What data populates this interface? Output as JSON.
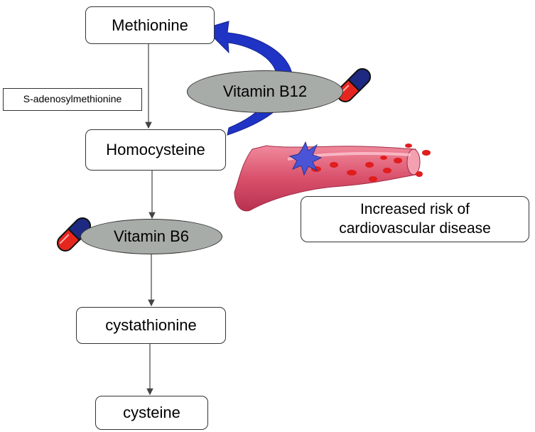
{
  "nodes": {
    "methionine": "Methionine",
    "sam": "S-adenosylmethionine",
    "homocysteine": "Homocysteine",
    "vitamin_b12": "Vitamin B12",
    "vitamin_b6": "Vitamin B6",
    "cystathionine": "cystathionine",
    "cysteine": "cysteine",
    "risk_line1": "Increased risk of",
    "risk_line2": "cardiovascular disease"
  },
  "colors": {
    "arrow_blue": "#1f33c4",
    "vitamin_fill": "#a7aca9",
    "capsule_red": "#e5261f",
    "capsule_blue": "#1e2a82",
    "vessel": "#e0627a",
    "blood_cell": "#e11d1d",
    "clot": "#4b54d6"
  },
  "icons": [
    "capsule-icon",
    "blood-vessel-icon",
    "clot-icon"
  ]
}
